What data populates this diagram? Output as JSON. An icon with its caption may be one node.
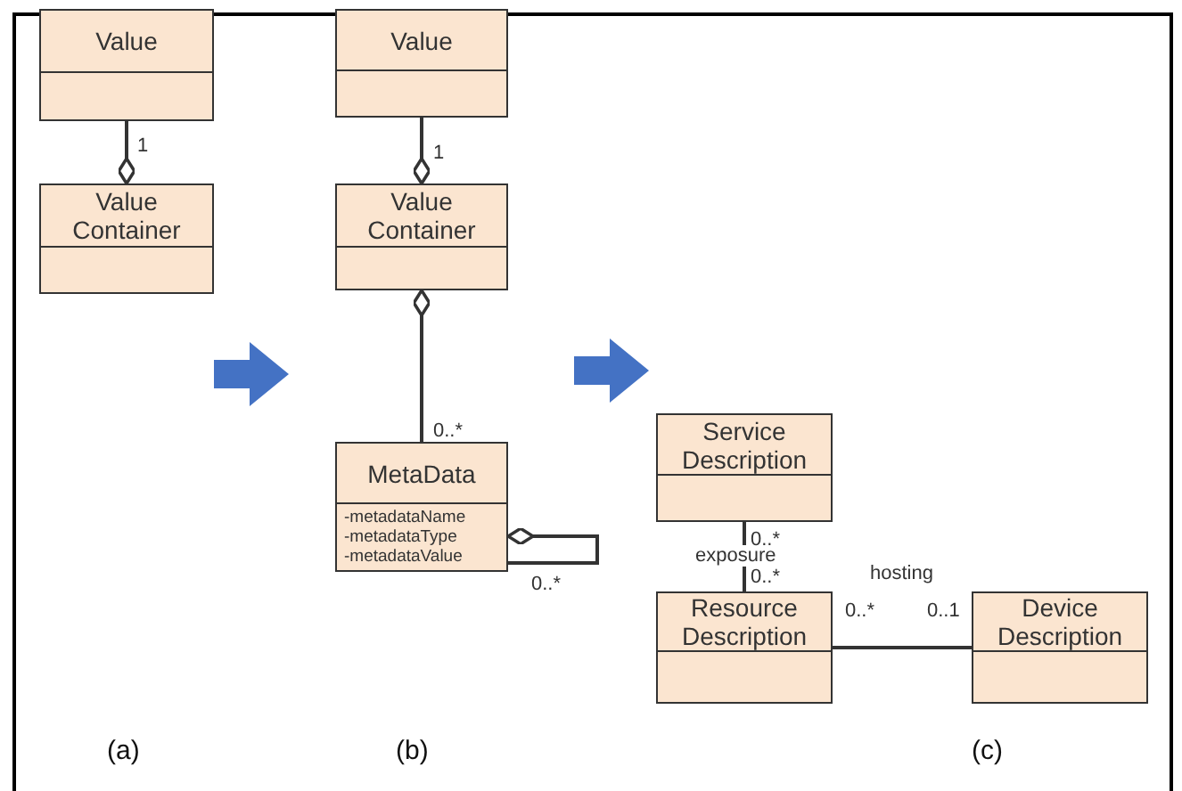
{
  "diagram": {
    "nodes": [
      {
        "text": [
          "Value"
        ]
      },
      {
        "text": [
          "Value Container"
        ]
      },
      {
        "text": [
          "Value"
        ]
      },
      {
        "text": [
          "Value Container"
        ]
      },
      {
        "text": [
          "MetaData",
          "-metadataName -metadataType -metadataValue"
        ]
      },
      {
        "text": [
          "Service Description"
        ]
      },
      {
        "text": [
          "Resource Description"
        ]
      },
      {
        "text": [
          "Device Description"
        ]
      }
    ],
    "edges": [
      {
        "from": 0,
        "to": 1,
        "arrow": "other",
        "label": "1"
      },
      {
        "from": 2,
        "to": 3,
        "arrow": "other",
        "label": "1"
      },
      {
        "from": 4,
        "to": 3,
        "arrow": "other",
        "label": "0..*"
      },
      {
        "from": 4,
        "to": 4,
        "arrow": "other",
        "label": "0..*"
      },
      {
        "from": 5,
        "to": 6,
        "arrow": "none",
        "label": "exposure"
      },
      {
        "from": 6,
        "to": 7,
        "arrow": "none",
        "label": "hosting"
      }
    ],
    "labels": [
      "0..*",
      "0..*",
      "0..*",
      "0..1",
      "(a)",
      "(b)",
      "(c)"
    ]
  }
}
